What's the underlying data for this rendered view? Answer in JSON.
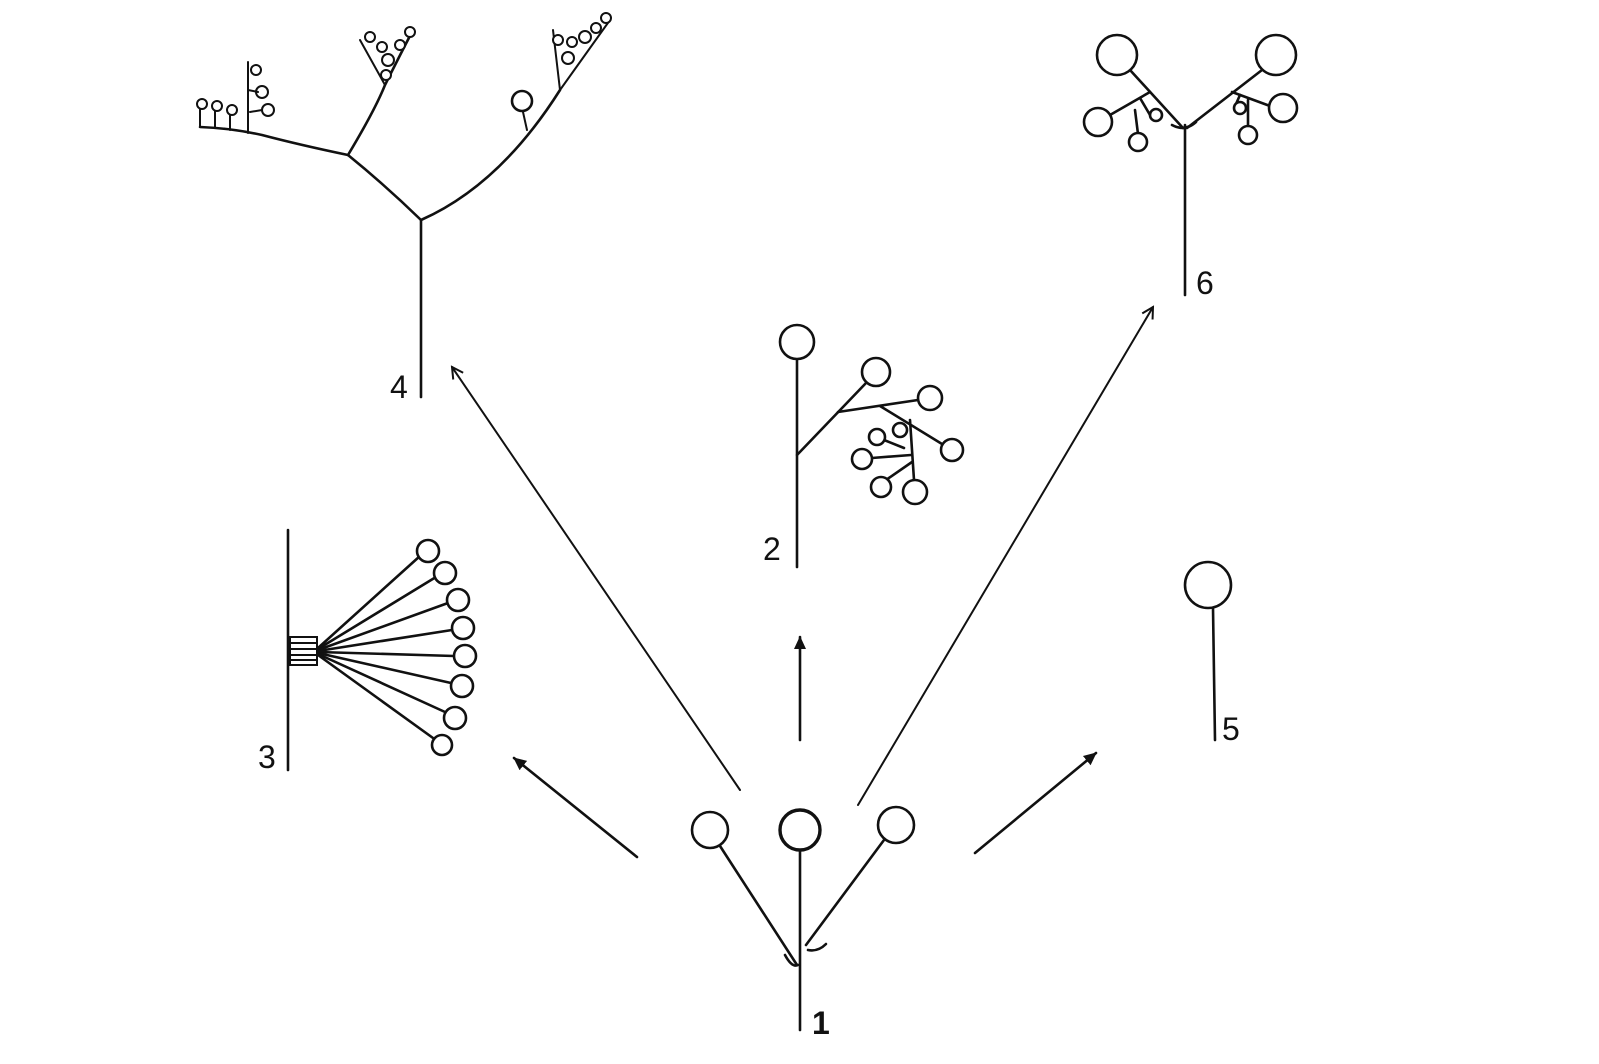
{
  "labels": {
    "fig1": "1",
    "fig2": "2",
    "fig3": "3",
    "fig4": "4",
    "fig5": "5",
    "fig6": "6"
  },
  "colors": {
    "ink": "#111111",
    "background": "#ffffff"
  }
}
